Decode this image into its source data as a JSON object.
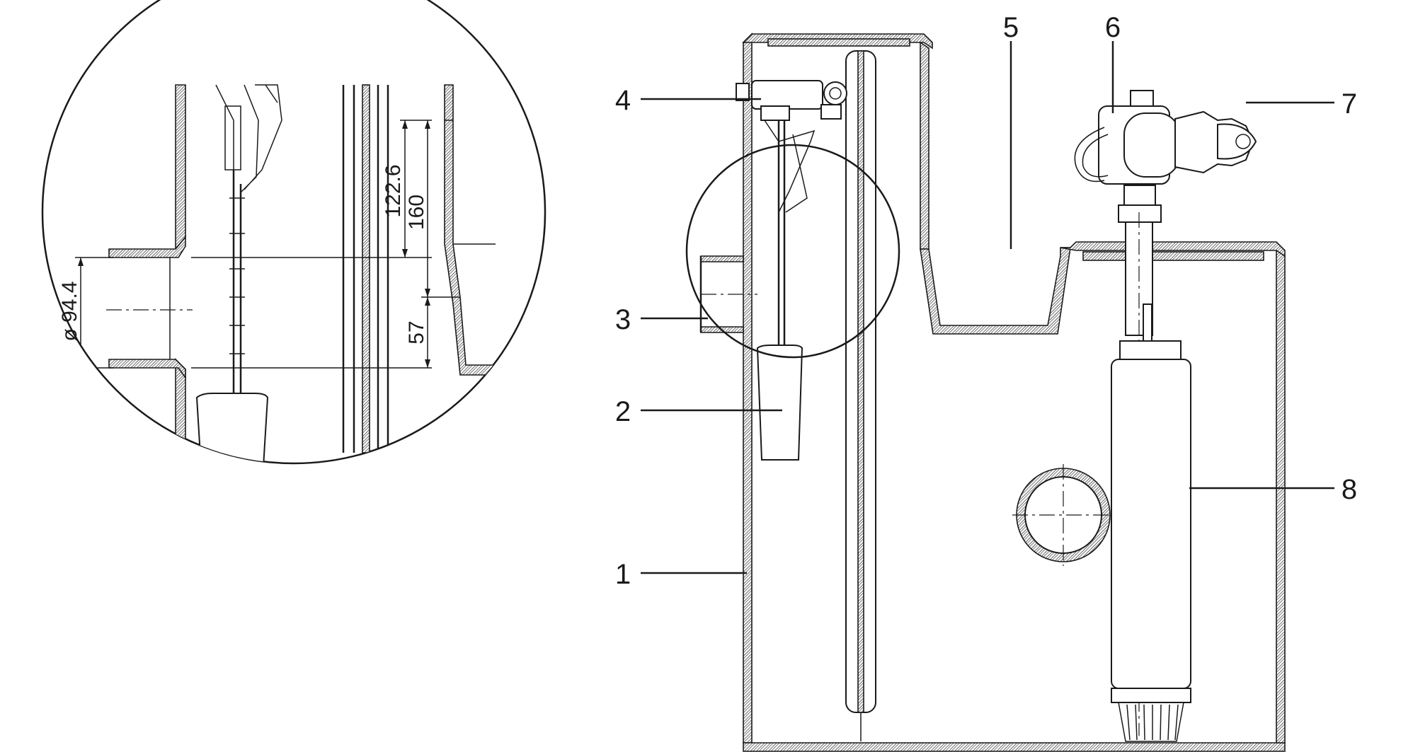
{
  "callouts": {
    "c1": "1",
    "c2": "2",
    "c3": "3",
    "c4": "4",
    "c5": "5",
    "c6": "6",
    "c7": "7",
    "c8": "8"
  },
  "dimensions": {
    "d1226": "122.6",
    "d160": "160",
    "d57": "57",
    "d944": "ø 94.4"
  },
  "colors": {
    "line": "#1a1a1a",
    "background": "#ffffff"
  }
}
